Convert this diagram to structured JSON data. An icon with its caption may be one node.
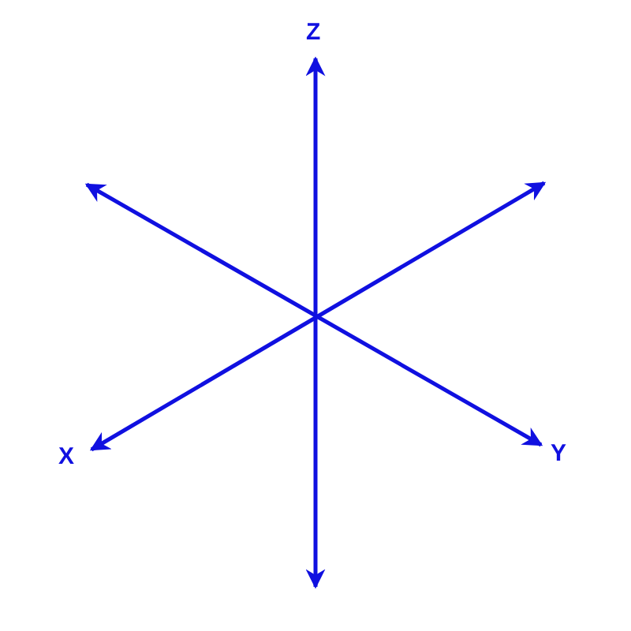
{
  "diagram": {
    "labels": [
      "Z",
      "X",
      "Y"
    ]
  }
}
